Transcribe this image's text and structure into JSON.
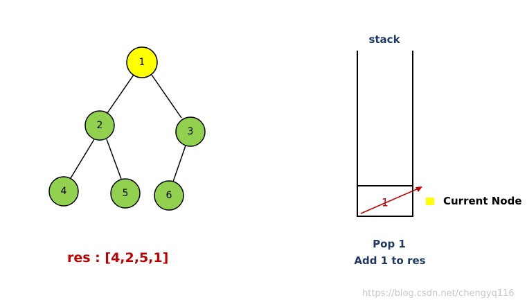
{
  "tree": {
    "nodes": [
      {
        "id": "1",
        "label": "1",
        "fill": "#ffff00"
      },
      {
        "id": "2",
        "label": "2",
        "fill": "#92d050"
      },
      {
        "id": "3",
        "label": "3",
        "fill": "#92d050"
      },
      {
        "id": "4",
        "label": "4",
        "fill": "#92d050"
      },
      {
        "id": "5",
        "label": "5",
        "fill": "#92d050"
      },
      {
        "id": "6",
        "label": "6",
        "fill": "#92d050"
      }
    ],
    "edges": [
      [
        "1",
        "2"
      ],
      [
        "1",
        "3"
      ],
      [
        "2",
        "4"
      ],
      [
        "2",
        "5"
      ],
      [
        "3",
        "6"
      ]
    ]
  },
  "result": {
    "text": "res : [4,2,5,1]"
  },
  "stack": {
    "title": "stack",
    "items": [
      {
        "label": "1",
        "crossed_out": true
      }
    ]
  },
  "legend": {
    "label": "Current Node",
    "color": "#ffff00"
  },
  "caption": {
    "line1": "Pop 1",
    "line2": "Add 1 to res"
  },
  "watermark": "https://blog.csdn.net/chengyq116",
  "colors": {
    "current": "#ffff00",
    "node": "#92d050",
    "accent_red": "#c00000",
    "navy": "#1f3864"
  }
}
